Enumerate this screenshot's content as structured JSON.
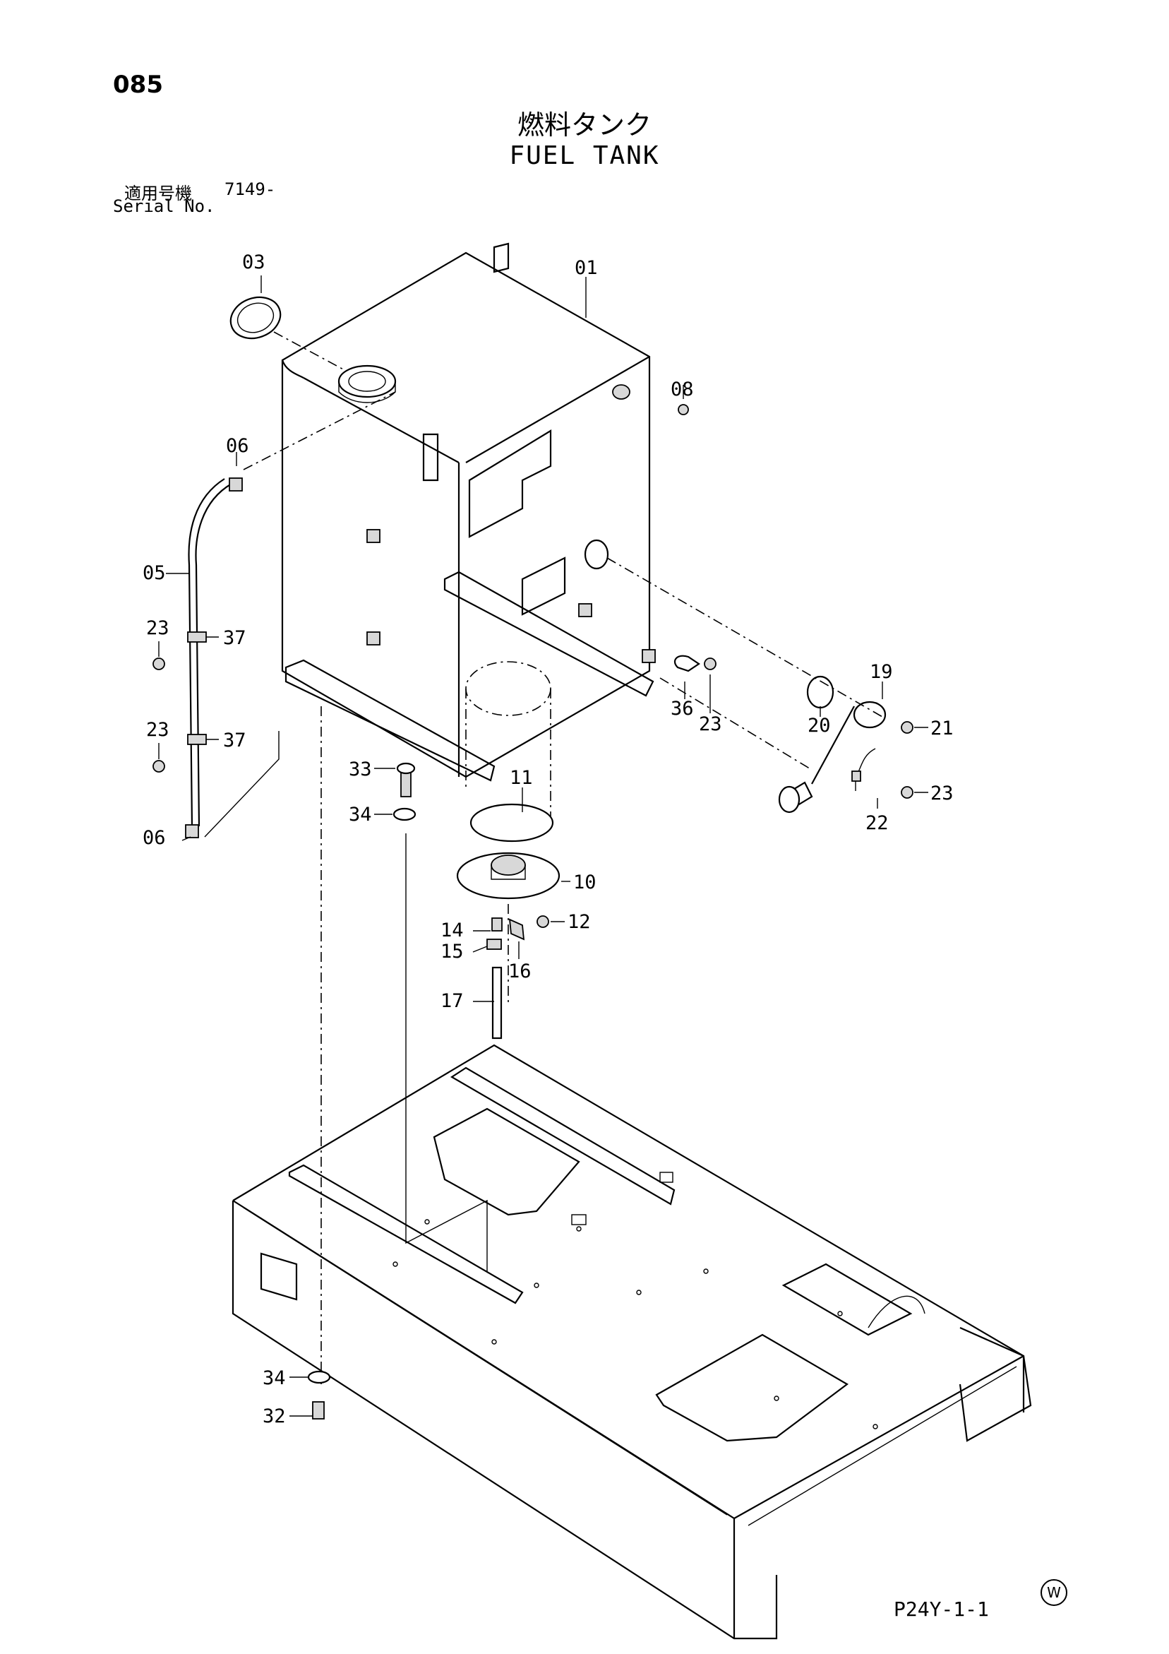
{
  "page": {
    "number": "085",
    "drawing_code": "P24Y-1-1",
    "corner_mark": "W"
  },
  "title": {
    "jp": "燃料タンク",
    "en": "FUEL TANK"
  },
  "serial": {
    "label_jp": "適用号機",
    "value": "7149-",
    "label_en": "Serial No."
  },
  "callouts": [
    "01",
    "03",
    "05",
    "06",
    "06",
    "08",
    "10",
    "11",
    "12",
    "14",
    "15",
    "16",
    "17",
    "19",
    "20",
    "21",
    "22",
    "23",
    "23",
    "23",
    "23",
    "32",
    "33",
    "34",
    "34",
    "36",
    "37",
    "37"
  ]
}
